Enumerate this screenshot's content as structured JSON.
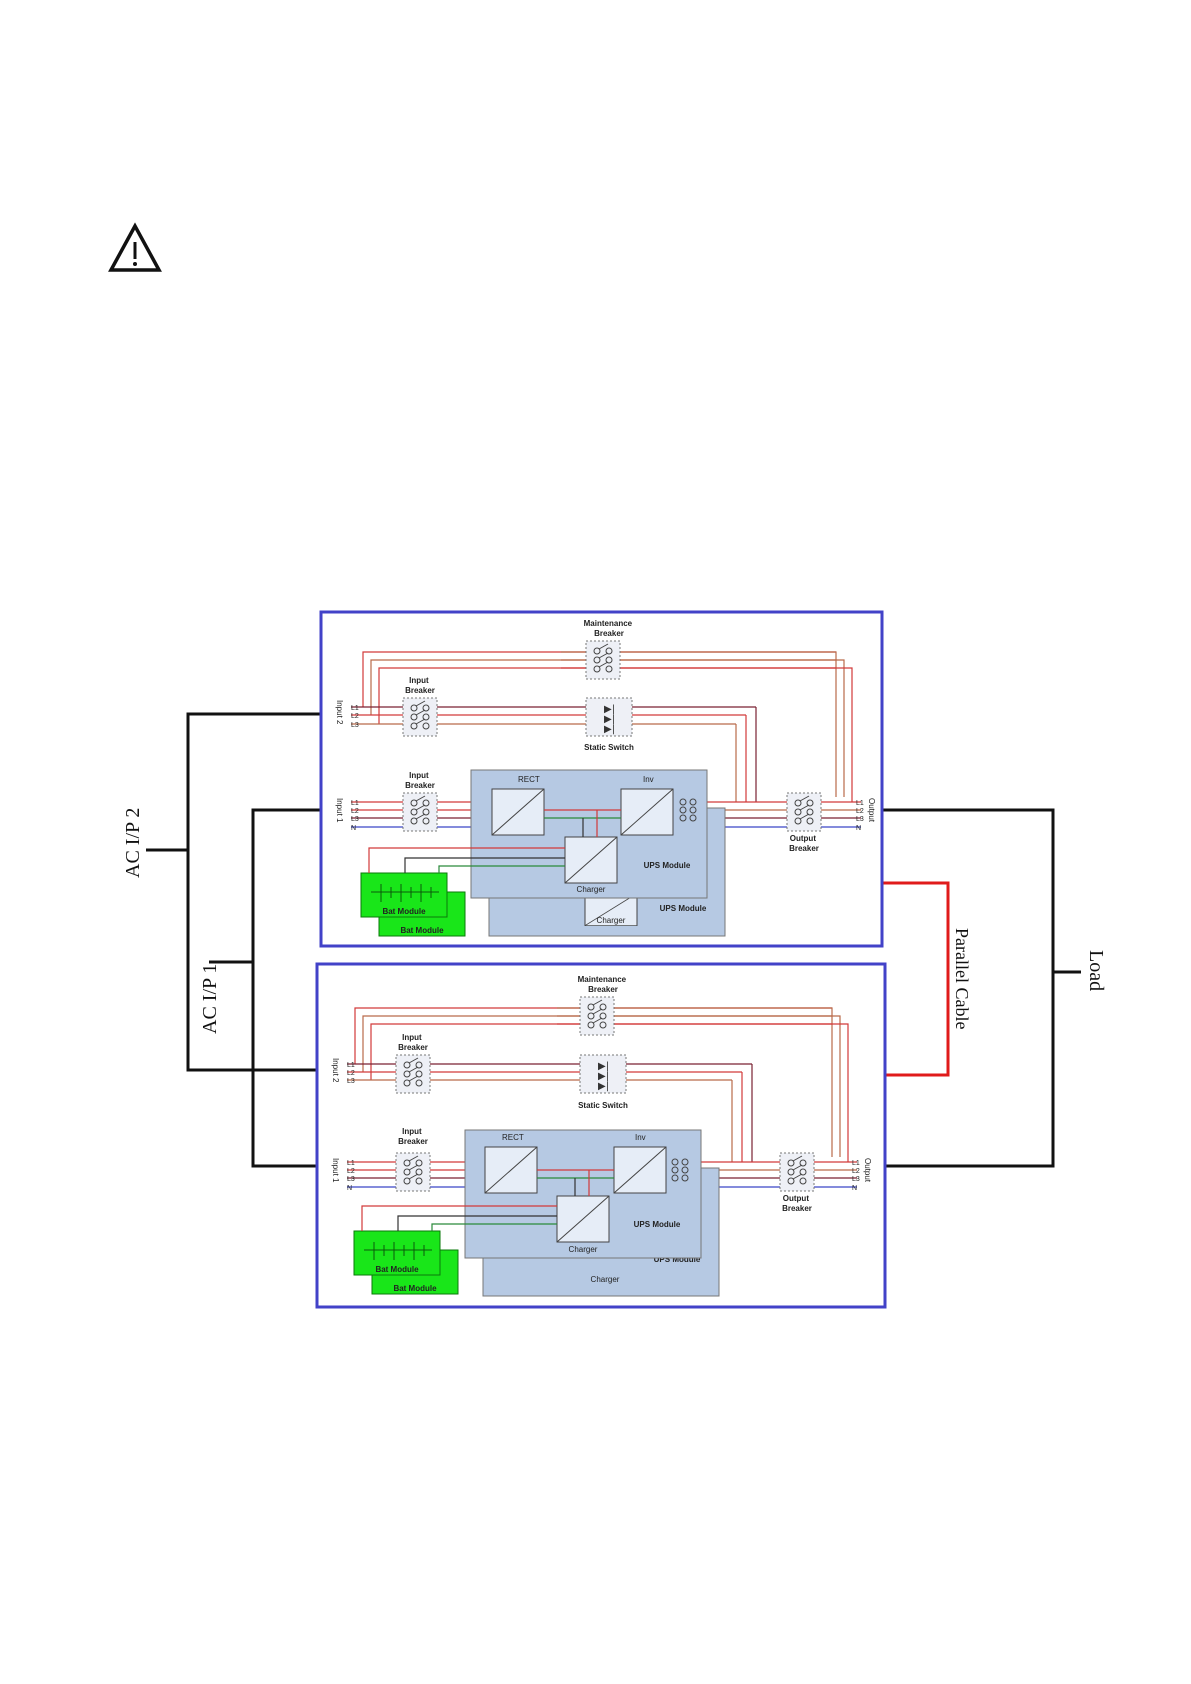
{
  "warning_icon": "warning-triangle-icon",
  "labels": {
    "ac_ip2": "AC I/P 2",
    "ac_ip1": "AC I/P 1",
    "load": "Load",
    "parallel_cable": "Parallel Cable"
  },
  "ups_cabinets": [
    {
      "maintenance_breaker": [
        "Maintenance",
        "Breaker"
      ],
      "input_breaker": [
        "Input",
        "Breaker"
      ],
      "static_switch": "Static Switch",
      "output_breaker": [
        "Output",
        "Breaker"
      ],
      "rect": "RECT",
      "inv": "Inv",
      "charger": "Charger",
      "ups_module": "UPS Module",
      "bat_module": "Bat Module",
      "input1": "Input 1",
      "input2": "Input 2",
      "output": "Output",
      "phases_in": [
        "L1",
        "L2",
        "L3",
        "N"
      ],
      "phases_in2": [
        "L1",
        "L2",
        "L3"
      ],
      "phases_out": [
        "L1",
        "L2",
        "L3",
        "N"
      ]
    },
    {
      "maintenance_breaker": [
        "Maintenance",
        "Breaker"
      ],
      "input_breaker": [
        "Input",
        "Breaker"
      ],
      "static_switch": "Static Switch",
      "output_breaker": [
        "Output",
        "Breaker"
      ],
      "rect": "RECT",
      "inv": "Inv",
      "charger": "Charger",
      "ups_module": "UPS Module",
      "bat_module": "Bat Module",
      "input1": "Input 1",
      "input2": "Input 2",
      "output": "Output",
      "phases_in": [
        "L1",
        "L2",
        "L3",
        "N"
      ],
      "phases_in2": [
        "L1",
        "L2",
        "L3"
      ],
      "phases_out": [
        "L1",
        "L2",
        "L3",
        "N"
      ]
    }
  ],
  "colors": {
    "cabinet_border": "#4242c8",
    "module_fill": "#b6c9e3",
    "battery_fill": "#19e619",
    "parallel_cable": "#e01b1b",
    "wire_red": "#d23a3a",
    "wire_brown": "#b96a4a",
    "wire_blue": "#3a46c8",
    "wire_green": "#2a8a3a"
  }
}
